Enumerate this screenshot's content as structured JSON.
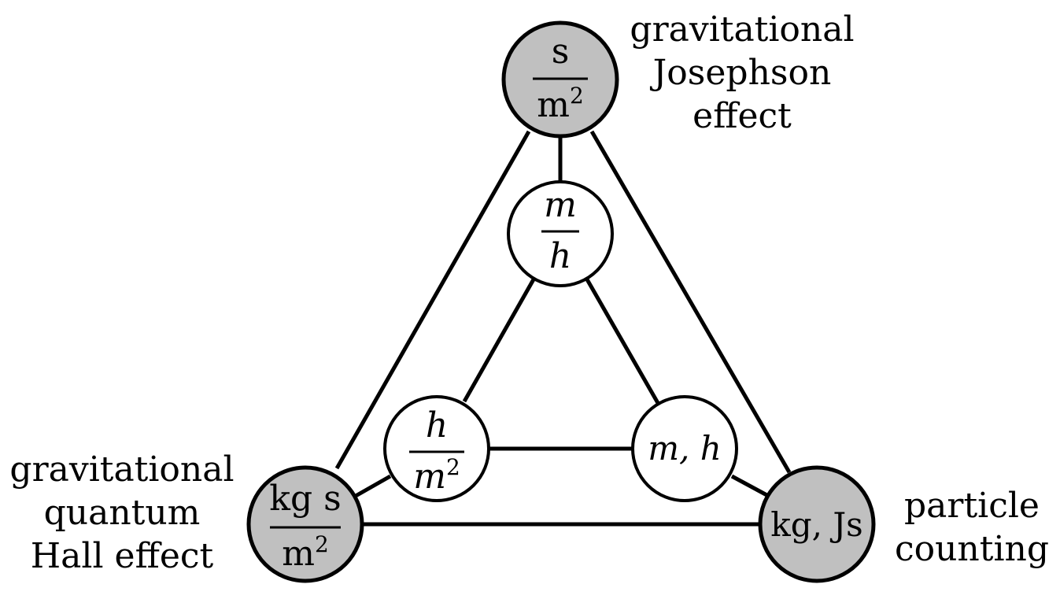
{
  "nodes": {
    "top": {
      "numerator": "s",
      "denominator": "m",
      "denominator_exp": "2"
    },
    "left": {
      "numerator": "kg s",
      "denominator": "m",
      "denominator_exp": "2"
    },
    "right": {
      "text": "kg, Js"
    },
    "inner_top": {
      "numerator": "m",
      "denominator": "h"
    },
    "inner_left": {
      "numerator": "h",
      "denominator": "m",
      "denominator_exp": "2"
    },
    "inner_right": {
      "text": "m, h"
    }
  },
  "labels": {
    "top": [
      "gravitational",
      "Josephson",
      "effect"
    ],
    "left": [
      "gravitational",
      "quantum",
      "Hall effect"
    ],
    "right": [
      "particle",
      "counting"
    ]
  },
  "colors": {
    "outer_node_fill": "#c0c0c0",
    "inner_node_fill": "#ffffff",
    "stroke": "#000000"
  }
}
